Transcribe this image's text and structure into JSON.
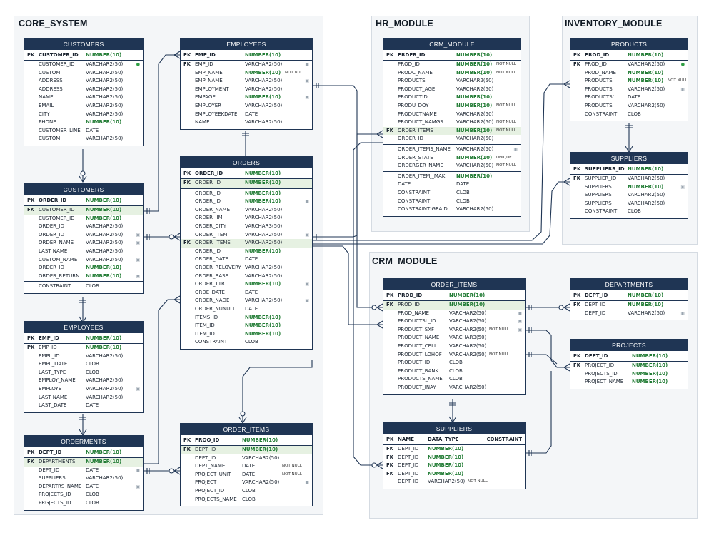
{
  "modules": {
    "core": "CORE_SYSTEM",
    "hr": "HR_MODULE",
    "inventory": "INVENTORY_MODULE",
    "crm": "CRM_MODULE"
  },
  "colors": {
    "header": "#1f3554",
    "number_type": "#1f7a32",
    "fk_highlight": "#e6f1e2",
    "line": "#1f3554"
  },
  "tables": [
    {
      "id": "customers1",
      "title": "CUSTOMERS",
      "pk": {
        "key": "PK",
        "name": "CUSTOMER_ID",
        "type": "NUMBER(10)"
      },
      "rows": [
        {
          "name": "CUSTOMER_ID",
          "type": "VARCHAR2(50)",
          "icon": "ok"
        },
        {
          "name": "CUSTOM",
          "type": "VARCHAR2(50)"
        },
        {
          "name": "ADDRESS",
          "type": "VARCHAR2(50)"
        },
        {
          "name": "ADDRESS",
          "type": "VARCHAR2(50)"
        },
        {
          "name": "NAME",
          "type": "VARCHAR2(50)"
        },
        {
          "name": "EMAIL",
          "type": "VARCHAR2(50)"
        },
        {
          "name": "CITY",
          "type": "VARCHAR2(50)"
        },
        {
          "name": "PHONE",
          "type": "NUMBER(10)"
        },
        {
          "name": "CUSTOMER_LINE",
          "type": "DATE"
        },
        {
          "name": "CUSTOM",
          "type": "VARCHAR2(50)"
        }
      ]
    },
    {
      "id": "employees1",
      "title": "EMPLOYEES",
      "pk": {
        "key": "PK",
        "name": "EMP_ID",
        "type": "NUMBER(10)"
      },
      "rows": [
        {
          "key": "FK",
          "name": "EMP_ID",
          "type": "VARCHAR2(50)",
          "icon": "lock"
        },
        {
          "name": "EMP_NAME",
          "type": "NUMBER(10)",
          "cons": "NOT NULL"
        },
        {
          "name": "EMP_NAME",
          "type": "VARCHAR2(50)",
          "icon": "lock"
        },
        {
          "name": "EMPLOYMENT",
          "type": "VARCHAR2(50)"
        },
        {
          "name": "EMPAGE",
          "type": "NUMBER(10)",
          "icon": "lock"
        },
        {
          "name": "EMPLOYER",
          "type": "VARCHAR2(50)"
        },
        {
          "name": "EMPLOYEEKDATE",
          "type": "DATE"
        },
        {
          "name": "NAME",
          "type": "VARCHAR2(50)"
        }
      ]
    },
    {
      "id": "customers2",
      "title": "CUSTOMERS",
      "pk": {
        "key": "PK",
        "name": "ORDER_ID",
        "type": "NUMBER(10)"
      },
      "rows": [
        {
          "key": "FK",
          "name": "CUSTOMER_ID",
          "type": "NUMBER(10)",
          "hl": true
        },
        {
          "name": "CUSTOMER_ID",
          "type": "NUMBER(10)"
        },
        {
          "name": "ORDER_ID",
          "type": "VARCHAR2(50)"
        },
        {
          "name": "ORDER_ID",
          "type": "VARCHAR2(50)",
          "icon": "lock"
        },
        {
          "name": "ORDER_NAME",
          "type": "VARCHAR2(50)",
          "icon": "lock"
        },
        {
          "name": "LAST NAME",
          "type": "VARCHAR2(50)"
        },
        {
          "name": "CUSTOM_NAME",
          "type": "VARCHAR2(50)",
          "icon": "lock"
        },
        {
          "name": "ORDER_ID",
          "type": "NUMBER(10)"
        },
        {
          "name": "ORDER_RETURN",
          "type": "NUMBER(10)",
          "icon": "lock"
        },
        {
          "sep": true
        },
        {
          "name": "CONSTRAINT",
          "type": "CLOB"
        }
      ]
    },
    {
      "id": "orders",
      "title": "ORDERS",
      "pk": {
        "key": "PK",
        "name": "ORDER_ID",
        "type": "NUMBER(10)"
      },
      "rows": [
        {
          "key": "FK",
          "name": "ORDER_ID",
          "type": "NUMBER(10)",
          "hl": true
        },
        {
          "sep": true
        },
        {
          "name": "ORDER_ID",
          "type": "NUMBER(10)"
        },
        {
          "name": "ORDER_ID",
          "type": "NUMBER(10)",
          "icon": "lock"
        },
        {
          "name": "ORDER_NAME",
          "type": "VARCHAR2(50)"
        },
        {
          "name": "ORDER_IIM",
          "type": "VARCHAR2(50)"
        },
        {
          "name": "ORDER_CITY",
          "type": "VARCHAR3(50)"
        },
        {
          "name": "ORDER_ITEM",
          "type": "VARCHAR2(50)",
          "icon": "lock"
        },
        {
          "key": "FK",
          "name": "ORDER_ITEMS",
          "type": "VARCHAR2(50)",
          "hl": true
        },
        {
          "name": "ORDER_ID",
          "type": "NUMBER(10)"
        },
        {
          "name": "ORDER_DATE",
          "type": "DATE"
        },
        {
          "name": "ORDER_RELOVERY",
          "type": "VARCHAR2(50)"
        },
        {
          "name": "ORDER_BASE",
          "type": "VARCHAR2(50)"
        },
        {
          "name": "ORDER_TTR",
          "type": "NUMBER(10)",
          "icon": "lock"
        },
        {
          "name": "ORDE_DATE",
          "type": "DATE"
        },
        {
          "name": "ORDER_NADE",
          "type": "VARCHAR2(50)",
          "icon": "lock"
        },
        {
          "name": "ORDER_NUNULL",
          "type": "DATE"
        },
        {
          "name": "ITEMS_ID",
          "type": "NUMBER(10)"
        },
        {
          "name": "ITEM_ID",
          "type": "NUMBER(10)"
        },
        {
          "name": "ITEM_ID",
          "type": "NUMBER(10)"
        },
        {
          "name": "CONSTRAINT",
          "type": "CLOB"
        }
      ]
    },
    {
      "id": "employees2",
      "title": "EMPLOYEES",
      "pk": {
        "key": "PK",
        "name": "EMP_ID",
        "type": "NUMBER(10)"
      },
      "rows": [
        {
          "key": "PK",
          "name": "EMP_ID",
          "type": "NUMBER(10)"
        },
        {
          "name": "EMPL_ID",
          "type": "VARCHAR2(50)"
        },
        {
          "name": "EMPL_DATE",
          "type": "CLOB"
        },
        {
          "name": "LAST_TYPE",
          "type": "CLOB"
        },
        {
          "name": "EMPLOY_NAME",
          "type": "VARCHAR2(50)"
        },
        {
          "name": "EMPLOYE",
          "type": "VARCHAR2(50)",
          "icon": "lock"
        },
        {
          "name": "LAST NAME",
          "type": "VARCHAR2(50)"
        },
        {
          "name": "LAST_DATE",
          "type": "DATE"
        }
      ]
    },
    {
      "id": "orderments",
      "title": "ORDERMENTS",
      "pk": {
        "key": "PK",
        "name": "DEPT_ID",
        "type": "NUMBER(10)"
      },
      "rows": [
        {
          "key": "FK",
          "name": "DEPARTMENTS",
          "type": "NUMBER(10)",
          "hl": true
        },
        {
          "name": "DEPT_ID",
          "type": "DATE",
          "icon": "lock"
        },
        {
          "name": "SUPPLIERS",
          "type": "VARCHAR2(50)"
        },
        {
          "name": "DEPARTRS_NAME",
          "type": "DATE",
          "icon": "lock"
        },
        {
          "name": "PROJECTS_ID",
          "type": "CLOB"
        },
        {
          "name": "PRGJECTS_ID",
          "type": "CLOB"
        }
      ]
    },
    {
      "id": "order_items1",
      "title": "ORDER_ITEMS",
      "pk": {
        "key": "PK",
        "name": "PROO_ID",
        "type": "NUMBER(10)"
      },
      "rows": [
        {
          "key": "FK",
          "name": "DEPT_ID",
          "type": "NUMBER(10)",
          "hl": true
        },
        {
          "name": "DEPT_ID",
          "type": "VARCHAR2(50)"
        },
        {
          "name": "DEPT_NAME",
          "type": "DATE",
          "cons": "NOT NULL"
        },
        {
          "name": "PROJECT_UNIT",
          "type": "DATE",
          "cons": "NOT NULL"
        },
        {
          "name": "PROJECT",
          "type": "VARCHAR2(50)",
          "icon": "lock"
        },
        {
          "name": "PROJECT_ID",
          "type": "CLOB"
        },
        {
          "name": "PROJECTS_NAME",
          "type": "CLOB"
        }
      ]
    },
    {
      "id": "crm_module",
      "title": "CRM_MODULE",
      "pk": {
        "key": "PK",
        "name": "PRDER_ID",
        "type": "NUMBER(10)"
      },
      "rows": [
        {
          "name": "PROD_ID",
          "type": "NUMBER(10)",
          "cons": "NOT NULL"
        },
        {
          "name": "PRODC_NAME",
          "type": "NUMBER(10)",
          "cons": "NOT NULL"
        },
        {
          "name": "PRODUCTS",
          "type": "VARCHAR2(50)"
        },
        {
          "name": "PRODUCT_AGE",
          "type": "VARCHAR2(50)"
        },
        {
          "name": "PRODUCTID",
          "type": "NUMBER(10)"
        },
        {
          "name": "PRODU_DOY",
          "type": "NUMBER(10)",
          "cons": "NOT NULL"
        },
        {
          "name": "PRODUCTNAME",
          "type": "VARCHAR2(50)"
        },
        {
          "name": "PRODUCT_NAMGS",
          "type": "VARCHAR2(50)",
          "cons": "NOT NULL"
        },
        {
          "key": "FK",
          "name": "ORDER_ITEMS",
          "type": "NUMBER(10)",
          "cons": "NOT NULL",
          "hl": true
        },
        {
          "name": "ORDER_ID",
          "type": "VARCHAR2(50)"
        },
        {
          "sep": true
        },
        {
          "name": "ORDER_ITEMS_NAME",
          "type": "VARCHAR2(50)",
          "icon": "lock"
        },
        {
          "name": "ORDER_STATE",
          "type": "NUMBER(10)",
          "cons": "UNIQUE"
        },
        {
          "name": "ORDERGER_NAME",
          "type": "VARCHAR2(50)",
          "cons": "NOT NULL"
        },
        {
          "sep": true
        },
        {
          "name": "ORDER_ITEMJ_MAK",
          "type": "NUMBER(10)"
        },
        {
          "name": "DATE",
          "type": "DATE"
        },
        {
          "name": "CONSTRAINT",
          "type": "CLOB"
        },
        {
          "name": "CONSTRAINT",
          "type": "CLOB"
        },
        {
          "name": "CONSTRAINT GRAID",
          "type": "VARCHAR2(50)"
        }
      ]
    },
    {
      "id": "products",
      "title": "PRODUCTS",
      "pk": {
        "key": "PK",
        "name": "PROD_ID",
        "type": "NUMBER(10)"
      },
      "rows": [
        {
          "key": "FK",
          "name": "PROD_ID",
          "type": "VARCHAR2(50)",
          "icon": "ok"
        },
        {
          "name": "PROD_NAME",
          "type": "NUMBER(10)"
        },
        {
          "name": "PRODUCTS",
          "type": "NUMBER(10)",
          "cons": "NOT NULL"
        },
        {
          "name": "PRODUCTS",
          "type": "VARCHAR2(50)",
          "icon": "lock"
        },
        {
          "name": "PRODUCTS’",
          "type": "DATE"
        },
        {
          "name": "PRODUCTS",
          "type": "VARCHAR2(50)"
        },
        {
          "name": "CONSTRAINT",
          "type": "CLOB"
        }
      ]
    },
    {
      "id": "suppliers1",
      "title": "SUPPLIERS",
      "pk": {
        "key": "PK",
        "name": "SUPPLIERR_ID",
        "type": "NUMBER(10)"
      },
      "rows": [
        {
          "key": "FK",
          "name": "SUPPLIER_ID",
          "type": "VARCHAR2(50)"
        },
        {
          "name": "SUPPLIERS",
          "type": "NUMBER(10)",
          "icon": "lock"
        },
        {
          "name": "SUPPLIERS",
          "type": "VARCHAR2(50)"
        },
        {
          "name": "SUPPLIERS",
          "type": "VARCHAR2(50)"
        },
        {
          "name": "CONSTRAINT",
          "type": "CLOB"
        }
      ]
    },
    {
      "id": "order_items2",
      "title": "ORDER_ITEMS",
      "pk": {
        "key": "PK",
        "name": "PROD_ID",
        "type": "NUMBER(10)"
      },
      "rows": [
        {
          "key": "FK",
          "name": "PROD_ID",
          "type": "NUMBER(10)",
          "hl": true
        },
        {
          "name": "PROD_NAME",
          "type": "VARCHAR2(50)",
          "icon": "lock"
        },
        {
          "name": "PRODUCTSL_ID",
          "type": "VARCHAR2(50)",
          "icon": "lock"
        },
        {
          "name": "PRODUCT_SXF",
          "type": "VARCHAR2(50)",
          "cons": "NOT NULL",
          "icon": "lock"
        },
        {
          "name": "PRODUCT_NAME",
          "type": "VARCHAR3(50)"
        },
        {
          "name": "PRODUCT_CELL",
          "type": "VARCHAR2(50)"
        },
        {
          "name": "PRODUCT_LOHOF",
          "type": "VARCHAR2(50)",
          "cons": "NOT NULL"
        },
        {
          "name": "PRODUCT_ID",
          "type": "CLOB"
        },
        {
          "name": "PRODUCT_BANK",
          "type": "CLOB"
        },
        {
          "name": "PRODUCTS_NAME",
          "type": "CLOB"
        },
        {
          "name": "PRODUCT_INAY",
          "type": "VARCHAR2(50)"
        }
      ]
    },
    {
      "id": "suppliers2",
      "title": "SUPPLIERS",
      "pk": {
        "key": "PK",
        "name": "NAME",
        "type": "DATA_TYPE",
        "cons": "CONSTRAINT"
      },
      "rows": [
        {
          "key": "FK",
          "name": "DEPT_ID",
          "type": "NUMBER(10)"
        },
        {
          "key": "FK",
          "name": "DEPT_ID",
          "type": "NUMBER(10)"
        },
        {
          "key": "FK",
          "name": "DEPT_ID",
          "type": "NUMBER(10)"
        },
        {
          "key": "FK",
          "name": "DEPT_ID",
          "type": "NUMBER(10)"
        },
        {
          "name": "DEPT_ID",
          "type": "VARCHAR2(50)",
          "cons": "NOT NULL"
        }
      ]
    },
    {
      "id": "departments",
      "title": "DEPARTMENTS",
      "pk": {
        "key": "PK",
        "name": "DEPT_ID",
        "type": "NUMBER(10)"
      },
      "rows": [
        {
          "key": "FK",
          "name": "DEPT_ID",
          "type": "NUMBER(10)"
        },
        {
          "name": "DEPT_ID",
          "type": "VARCHAR2(50)",
          "icon": "lock"
        }
      ]
    },
    {
      "id": "projects",
      "title": "PROJECTS",
      "pk": {
        "key": "PK",
        "name": "DEPT_ID",
        "type": "NUMBER(10)"
      },
      "rows": [
        {
          "key": "FK",
          "name": "PROJECT_ID",
          "type": "NUMBER(10)"
        },
        {
          "name": "PROJECTS_ID",
          "type": "NUMBER(10)"
        },
        {
          "name": "PROJECT_NAME",
          "type": "NUMBER(10)"
        }
      ]
    }
  ]
}
